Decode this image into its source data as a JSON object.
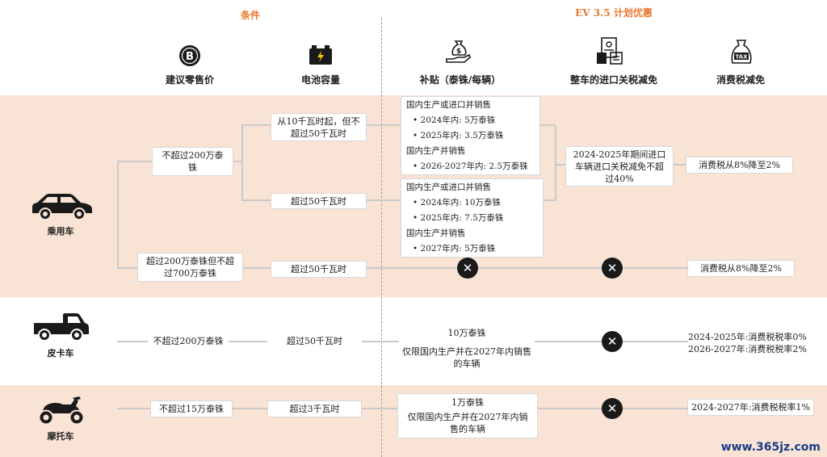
{
  "headers": {
    "conditions": "条件",
    "benefits": "EV 3.5 计划优惠"
  },
  "columns": {
    "price": "建议零售价",
    "battery": "电池容量",
    "subsidy": "补贴（泰铢/每辆）",
    "import_duty": "整车的进口关税减免",
    "excise": "消费税减免"
  },
  "icons": {
    "price": "bitcoin-coin-icon",
    "battery": "battery-icon",
    "subsidy": "money-bag-hand-icon",
    "import_duty": "document-calculator-icon",
    "excise": "tax-bag-icon",
    "passenger": "car-icon",
    "pickup": "pickup-truck-icon",
    "motorcycle": "motorcycle-icon"
  },
  "vehicles": {
    "passenger": {
      "label": "乘用车",
      "price_low": "不超过200万泰铢",
      "battery_mid": "从10千瓦时起，但不超过50千瓦时",
      "battery_high": "超过50千瓦时",
      "subsidy_a": {
        "line1": "国内生产或进口并销售",
        "b1": "• 2024年内: 5万泰铢",
        "b2": "• 2025年内: 3.5万泰铢",
        "line2": "国内生产并销售",
        "b3": "• 2026-2027年内: 2.5万泰铢"
      },
      "subsidy_b": {
        "line1": "国内生产或进口并销售",
        "b1": "• 2024年内: 10万泰铢",
        "b2": "• 2025年内: 7.5万泰铢",
        "line2": "国内生产并销售",
        "b3": "• 2027年内: 5万泰铢"
      },
      "import_duty": "2024-2025年期间进口车辆进口关税减免不超过40%",
      "excise_low": "消费税从8%降至2%",
      "price_high": "超过200万泰铢但不超过700万泰铢",
      "battery_high2": "超过50千瓦时",
      "excise_high": "消费税从8%降至2%"
    },
    "pickup": {
      "label": "皮卡车",
      "price": "不超过200万泰铢",
      "battery": "超过50千瓦时",
      "subsidy_line1": "10万泰铢",
      "subsidy_line2": "仅限国内生产并在2027年内销售的车辆",
      "excise_line1": "2024-2025年:消费税税率0%",
      "excise_line2": "2026-2027年:消费税税率2%"
    },
    "motorcycle": {
      "label": "摩托车",
      "price": "不超过15万泰铢",
      "battery": "超过3千瓦时",
      "subsidy_line1": "1万泰铢",
      "subsidy_line2": "仅限国内生产并在2027年内销售的车辆",
      "excise": "2024-2027年:消费税税率1%"
    }
  },
  "not_applicable": "✕",
  "watermark": "www.365jz.com"
}
